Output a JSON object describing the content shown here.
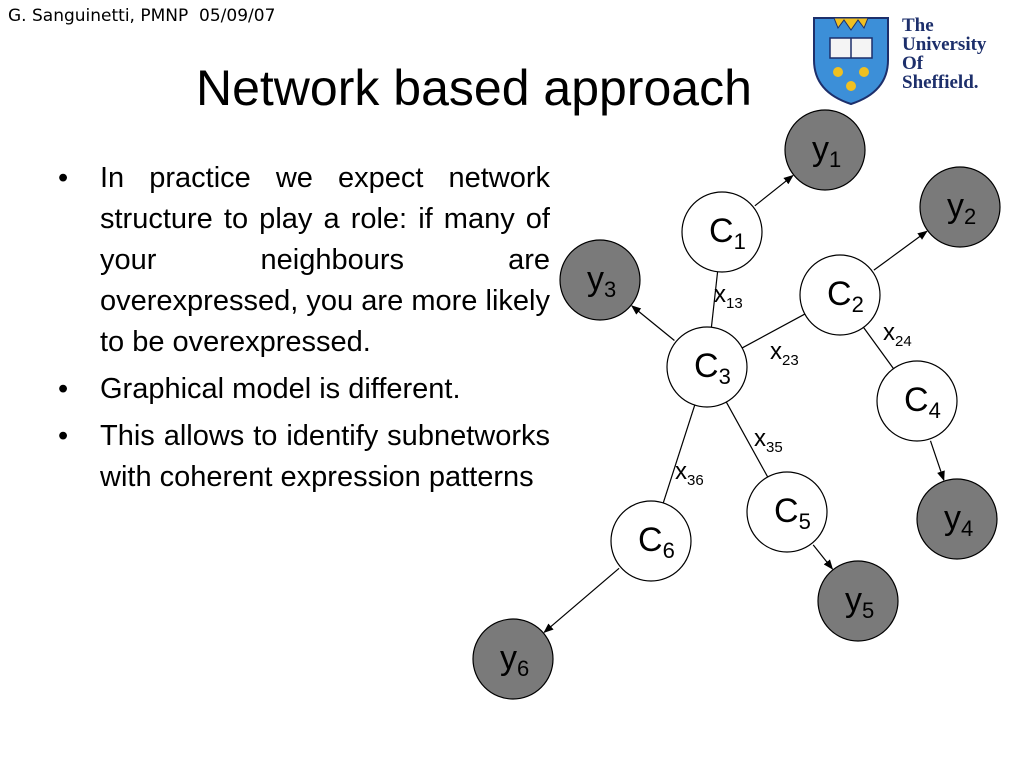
{
  "header": {
    "text": "G. Sanguinetti, PMNP  05/09/07"
  },
  "logo": {
    "lines": [
      "The",
      "University",
      "Of",
      "Sheffield."
    ]
  },
  "title": "Network based approach",
  "bullets": [
    "In practice we expect network structure to play a role: if many of your neighbours are overexpressed, you are more likely to be overexpressed.",
    "Graphical model is different.",
    "This allows to identify subnetworks with coherent expression patterns"
  ],
  "bullet_symbol": "•",
  "colors": {
    "hidden_fill": "#ffffff",
    "observed_fill": "#7a7a7a",
    "stroke": "#000000",
    "logo_blue": "#1d2f6b",
    "crest_blue": "#3c8fd8",
    "crest_gold": "#f0c020"
  },
  "diagram": {
    "nodes": [
      {
        "id": "C1",
        "base": "C",
        "sub": "1",
        "type": "hidden"
      },
      {
        "id": "C2",
        "base": "C",
        "sub": "2",
        "type": "hidden"
      },
      {
        "id": "C3",
        "base": "C",
        "sub": "3",
        "type": "hidden"
      },
      {
        "id": "C4",
        "base": "C",
        "sub": "4",
        "type": "hidden"
      },
      {
        "id": "C5",
        "base": "C",
        "sub": "5",
        "type": "hidden"
      },
      {
        "id": "C6",
        "base": "C",
        "sub": "6",
        "type": "hidden"
      },
      {
        "id": "y1",
        "base": "y",
        "sub": "1",
        "type": "observed"
      },
      {
        "id": "y2",
        "base": "y",
        "sub": "2",
        "type": "observed"
      },
      {
        "id": "y3",
        "base": "y",
        "sub": "3",
        "type": "observed"
      },
      {
        "id": "y4",
        "base": "y",
        "sub": "4",
        "type": "observed"
      },
      {
        "id": "y5",
        "base": "y",
        "sub": "5",
        "type": "observed"
      },
      {
        "id": "y6",
        "base": "y",
        "sub": "6",
        "type": "observed"
      }
    ],
    "undirected_edges": [
      {
        "from": "C1",
        "to": "C3",
        "label_base": "x",
        "label_sub": "13"
      },
      {
        "from": "C2",
        "to": "C3",
        "label_base": "x",
        "label_sub": "23"
      },
      {
        "from": "C2",
        "to": "C4",
        "label_base": "x",
        "label_sub": "24"
      },
      {
        "from": "C3",
        "to": "C5",
        "label_base": "x",
        "label_sub": "35"
      },
      {
        "from": "C3",
        "to": "C6",
        "label_base": "x",
        "label_sub": "36"
      }
    ],
    "directed_edges": [
      {
        "from": "C1",
        "to": "y1"
      },
      {
        "from": "C2",
        "to": "y2"
      },
      {
        "from": "C3",
        "to": "y3"
      },
      {
        "from": "C4",
        "to": "y4"
      },
      {
        "from": "C5",
        "to": "y5"
      },
      {
        "from": "C6",
        "to": "y6"
      }
    ]
  }
}
